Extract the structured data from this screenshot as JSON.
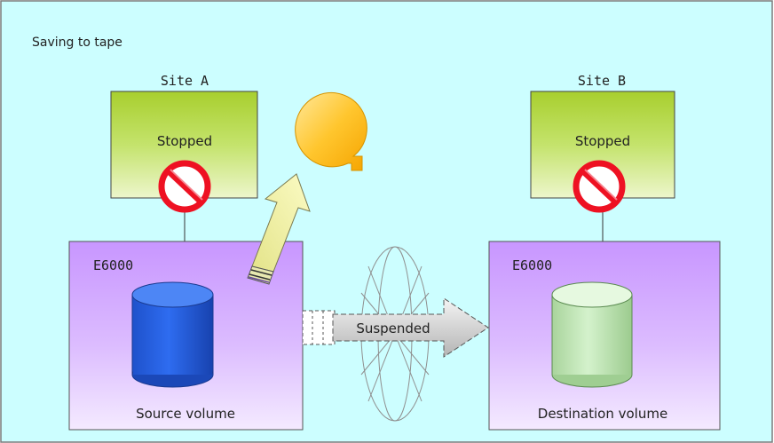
{
  "title": "Saving to tape",
  "site_a": {
    "label": "Site A",
    "server_status": "Stopped"
  },
  "site_b": {
    "label": "Site B",
    "server_status": "Stopped"
  },
  "storage_a": {
    "name": "E6000",
    "volume_label": "Source volume"
  },
  "storage_b": {
    "name": "E6000",
    "volume_label": "Destination volume"
  },
  "link_status": "Suspended",
  "colors": {
    "background": "#ccfeff",
    "server": "#aad238",
    "storage": "#cc99ff",
    "source_volume": "#1e5fe0",
    "destination_volume": "#c8f0c0",
    "tape": "#ffc832",
    "stop_sign": "#ee1122",
    "arrow": "#f0f0a0",
    "suspended_arrow": "#c8c8c8"
  },
  "icons": [
    "tape-icon",
    "stop-sign-icon",
    "copy-to-tape-arrow-icon",
    "volume-cylinder-icon"
  ]
}
